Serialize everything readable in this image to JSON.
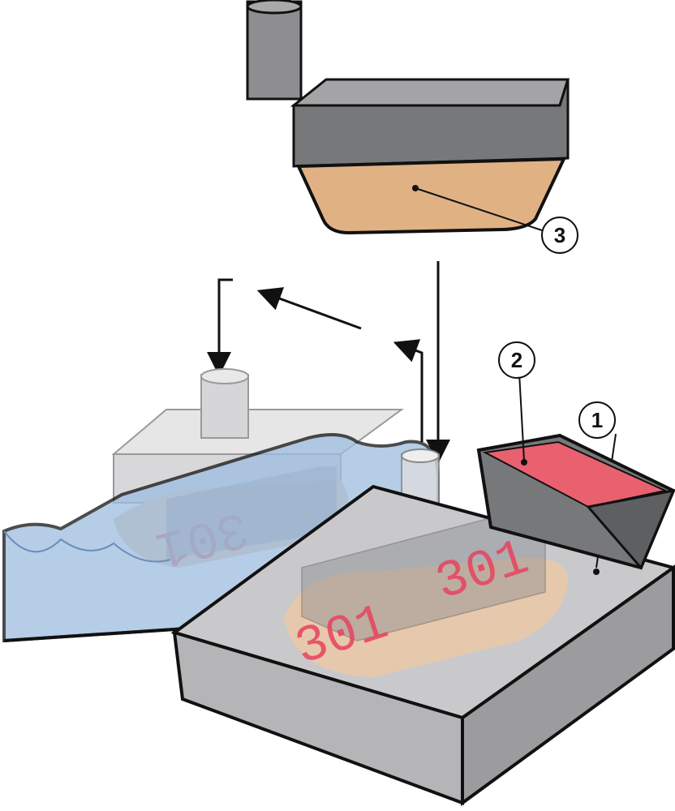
{
  "callouts": {
    "base_mold": "1",
    "hopper": "2",
    "press_head": "3"
  },
  "imprint_text": {
    "left_mold": "301",
    "right_mold_back": "301",
    "right_mold_front": "301"
  },
  "colors": {
    "grey": "#b9b9bb",
    "sand": "#e2bd98",
    "water_blue": "#9dbde0",
    "red": "#e8415f",
    "outline": "#111111"
  }
}
